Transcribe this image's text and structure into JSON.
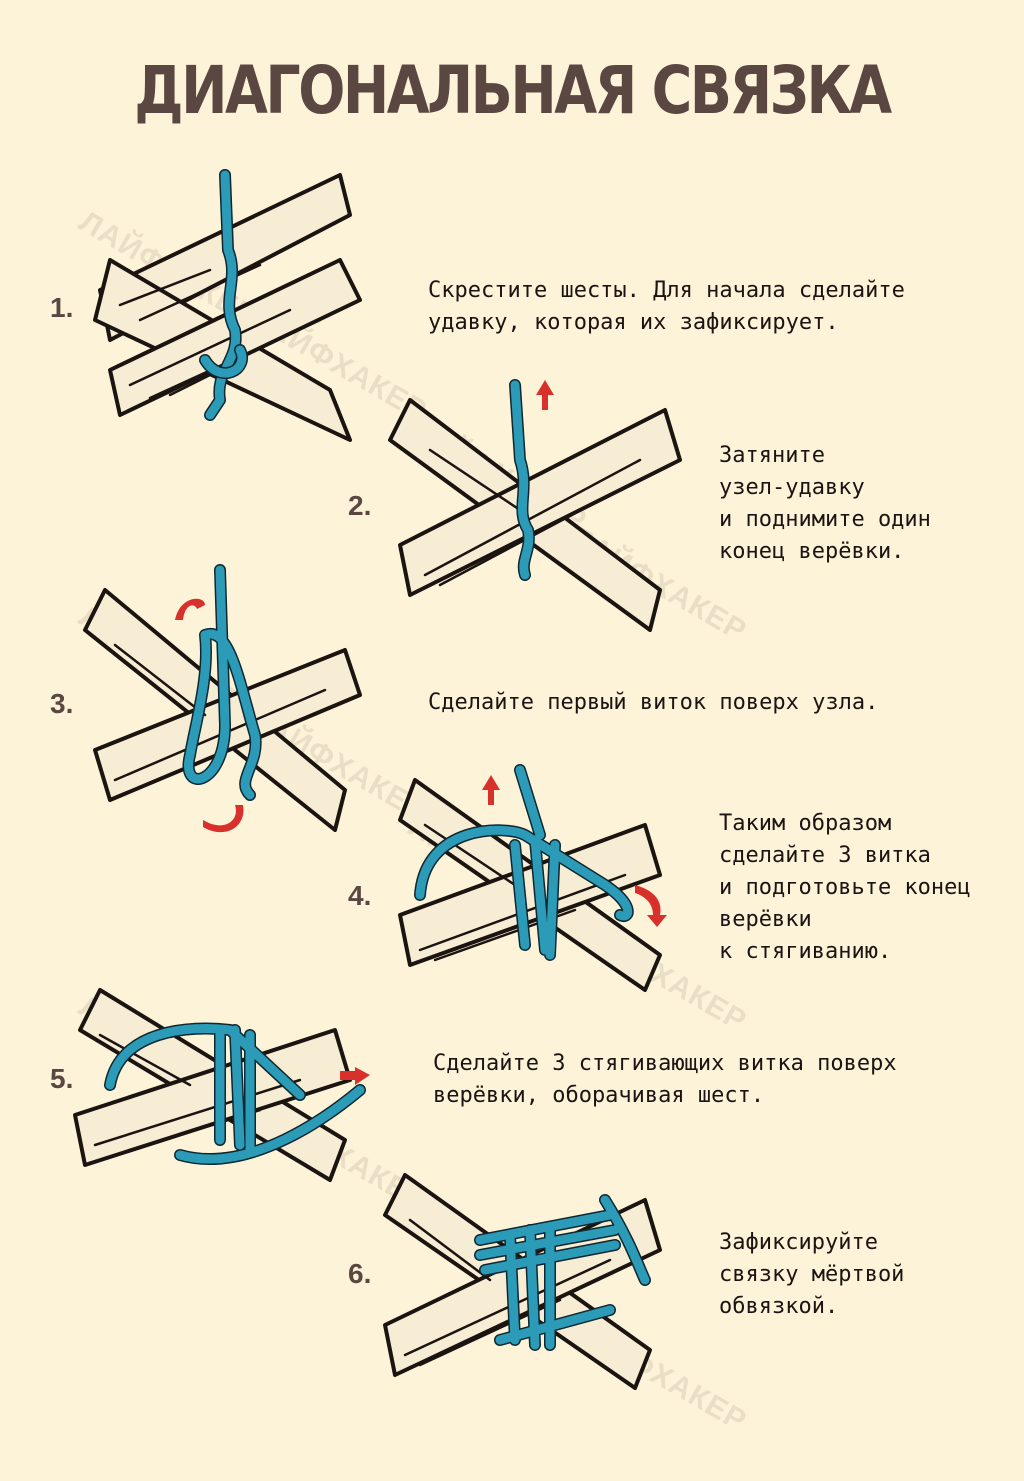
{
  "title": "ДИАГОНАЛЬНАЯ СВЯЗКА",
  "watermark": "ЛАЙФХАКЕР",
  "colors": {
    "background": "#fdf3d9",
    "title": "#5b4742",
    "rope": "#2b9bb7",
    "arrow": "#d8302b"
  },
  "steps": [
    {
      "number": "1.",
      "text": "Скрестите шесты. Для начала сделайте\nудавку, которая их зафиксирует."
    },
    {
      "number": "2.",
      "text": "Затяните\nузел-удавку\nи поднимите один\nконец верёвки."
    },
    {
      "number": "3.",
      "text": "Сделайте первый виток поверх узла."
    },
    {
      "number": "4.",
      "text": "Таким образом\nсделайте 3 витка\nи подготовьте конец\nверёвки\nк стягиванию."
    },
    {
      "number": "5.",
      "text": "Сделайте 3 стягивающих витка поверх\nверёвки, оборачивая шест."
    },
    {
      "number": "6.",
      "text": "Зафиксируйте\nсвязку мёртвой\nобвязкой."
    }
  ]
}
